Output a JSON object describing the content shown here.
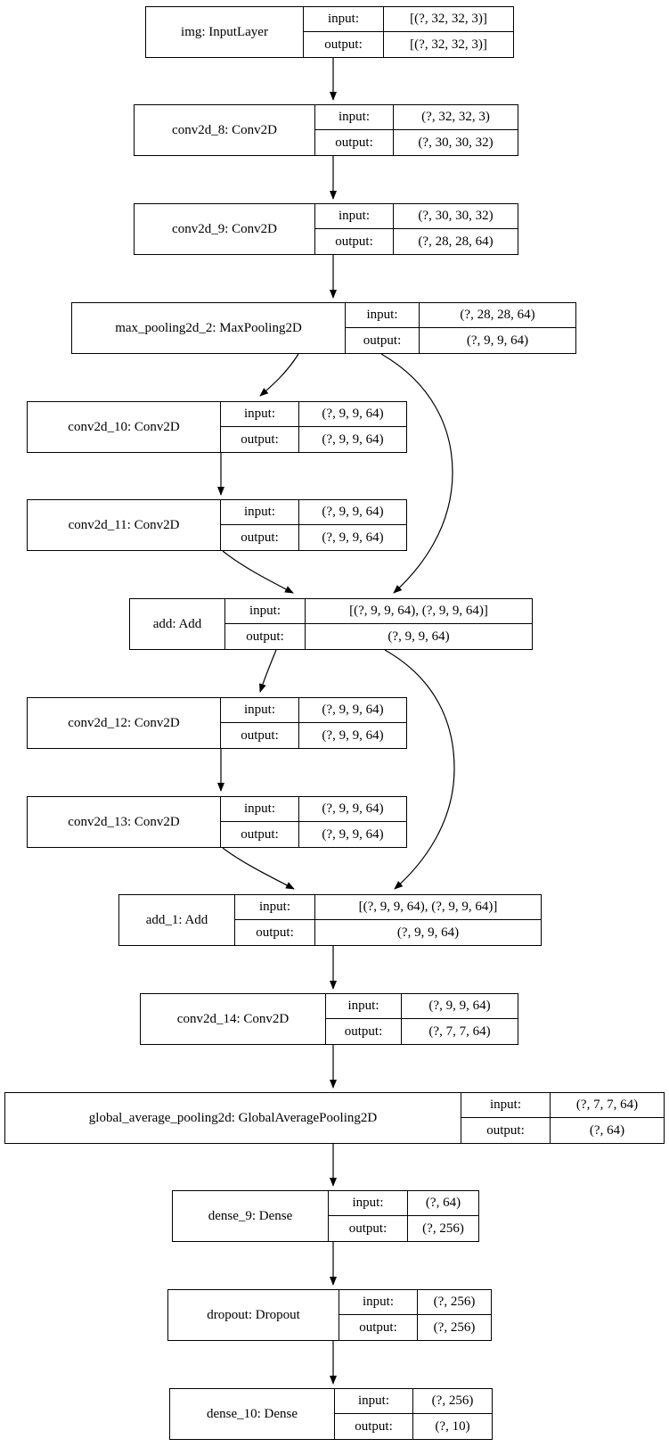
{
  "diagram": {
    "type": "keras-model-plot",
    "io_labels": {
      "input": "input:",
      "output": "output:"
    }
  },
  "nodes": [
    {
      "id": "img",
      "name": "img: InputLayer",
      "input": "[(?, 32, 32, 3)]",
      "output": "[(?, 32, 32, 3)]"
    },
    {
      "id": "conv2d_8",
      "name": "conv2d_8: Conv2D",
      "input": "(?, 32, 32, 3)",
      "output": "(?, 30, 30, 32)"
    },
    {
      "id": "conv2d_9",
      "name": "conv2d_9: Conv2D",
      "input": "(?, 30, 30, 32)",
      "output": "(?, 28, 28, 64)"
    },
    {
      "id": "max_pooling2d_2",
      "name": "max_pooling2d_2: MaxPooling2D",
      "input": "(?, 28, 28, 64)",
      "output": "(?, 9, 9, 64)"
    },
    {
      "id": "conv2d_10",
      "name": "conv2d_10: Conv2D",
      "input": "(?, 9, 9, 64)",
      "output": "(?, 9, 9, 64)"
    },
    {
      "id": "conv2d_11",
      "name": "conv2d_11: Conv2D",
      "input": "(?, 9, 9, 64)",
      "output": "(?, 9, 9, 64)"
    },
    {
      "id": "add",
      "name": "add: Add",
      "input": "[(?, 9, 9, 64), (?, 9, 9, 64)]",
      "output": "(?, 9, 9, 64)"
    },
    {
      "id": "conv2d_12",
      "name": "conv2d_12: Conv2D",
      "input": "(?, 9, 9, 64)",
      "output": "(?, 9, 9, 64)"
    },
    {
      "id": "conv2d_13",
      "name": "conv2d_13: Conv2D",
      "input": "(?, 9, 9, 64)",
      "output": "(?, 9, 9, 64)"
    },
    {
      "id": "add_1",
      "name": "add_1: Add",
      "input": "[(?, 9, 9, 64), (?, 9, 9, 64)]",
      "output": "(?, 9, 9, 64)"
    },
    {
      "id": "conv2d_14",
      "name": "conv2d_14: Conv2D",
      "input": "(?, 9, 9, 64)",
      "output": "(?, 7, 7, 64)"
    },
    {
      "id": "global_average_pooling2d",
      "name": "global_average_pooling2d: GlobalAveragePooling2D",
      "input": "(?, 7, 7, 64)",
      "output": "(?, 64)"
    },
    {
      "id": "dense_9",
      "name": "dense_9: Dense",
      "input": "(?, 64)",
      "output": "(?, 256)"
    },
    {
      "id": "dropout",
      "name": "dropout: Dropout",
      "input": "(?, 256)",
      "output": "(?, 256)"
    },
    {
      "id": "dense_10",
      "name": "dense_10: Dense",
      "input": "(?, 256)",
      "output": "(?, 10)"
    }
  ],
  "edges": [
    {
      "from": "img",
      "to": "conv2d_8"
    },
    {
      "from": "conv2d_8",
      "to": "conv2d_9"
    },
    {
      "from": "conv2d_9",
      "to": "max_pooling2d_2"
    },
    {
      "from": "max_pooling2d_2",
      "to": "conv2d_10"
    },
    {
      "from": "max_pooling2d_2",
      "to": "add"
    },
    {
      "from": "conv2d_10",
      "to": "conv2d_11"
    },
    {
      "from": "conv2d_11",
      "to": "add"
    },
    {
      "from": "add",
      "to": "conv2d_12"
    },
    {
      "from": "add",
      "to": "add_1"
    },
    {
      "from": "conv2d_12",
      "to": "conv2d_13"
    },
    {
      "from": "conv2d_13",
      "to": "add_1"
    },
    {
      "from": "add_1",
      "to": "conv2d_14"
    },
    {
      "from": "conv2d_14",
      "to": "global_average_pooling2d"
    },
    {
      "from": "global_average_pooling2d",
      "to": "dense_9"
    },
    {
      "from": "dense_9",
      "to": "dropout"
    },
    {
      "from": "dropout",
      "to": "dense_10"
    }
  ]
}
